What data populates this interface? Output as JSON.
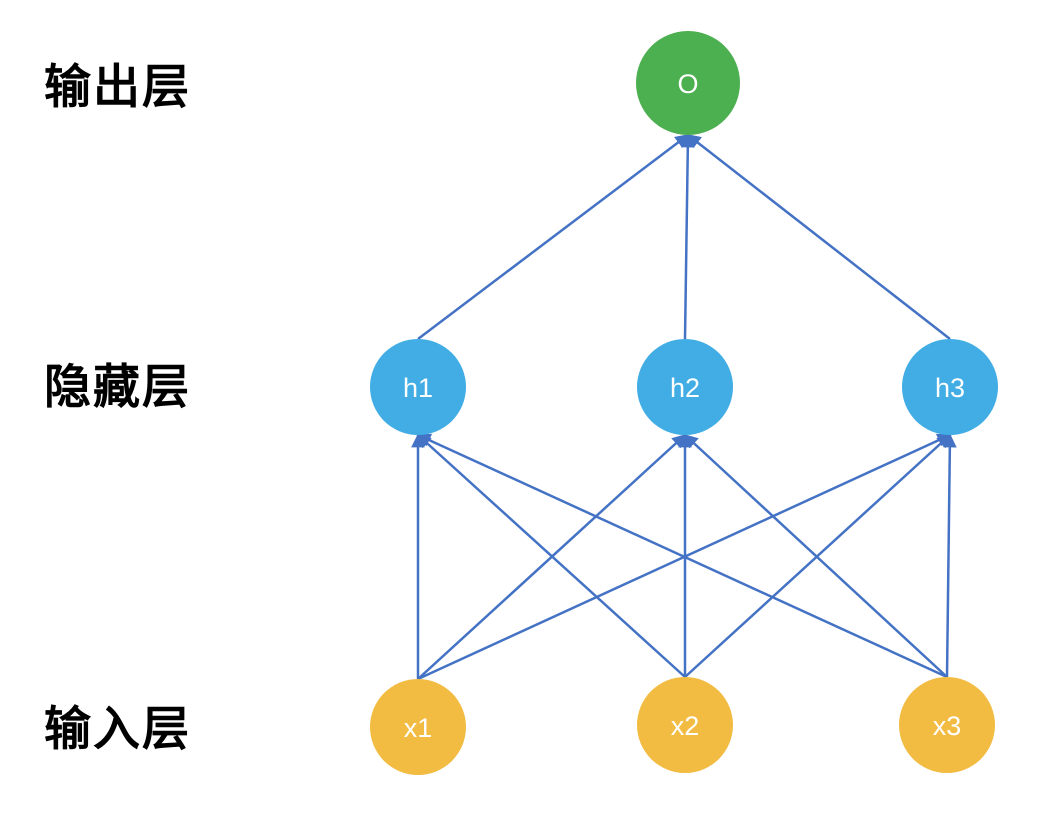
{
  "diagram": {
    "type": "neural-network",
    "layer_labels": {
      "output": "输出层",
      "hidden": "隐藏层",
      "input": "输入层"
    },
    "nodes": {
      "o": {
        "label": "O",
        "layer": "output"
      },
      "h1": {
        "label": "h1",
        "layer": "hidden"
      },
      "h2": {
        "label": "h2",
        "layer": "hidden"
      },
      "h3": {
        "label": "h3",
        "layer": "hidden"
      },
      "x1": {
        "label": "x1",
        "layer": "input"
      },
      "x2": {
        "label": "x2",
        "layer": "input"
      },
      "x3": {
        "label": "x3",
        "layer": "input"
      }
    },
    "edges": [
      {
        "from": "x1",
        "to": "h1"
      },
      {
        "from": "x1",
        "to": "h2"
      },
      {
        "from": "x1",
        "to": "h3"
      },
      {
        "from": "x2",
        "to": "h1"
      },
      {
        "from": "x2",
        "to": "h2"
      },
      {
        "from": "x2",
        "to": "h3"
      },
      {
        "from": "x3",
        "to": "h1"
      },
      {
        "from": "x3",
        "to": "h2"
      },
      {
        "from": "x3",
        "to": "h3"
      },
      {
        "from": "h1",
        "to": "o"
      },
      {
        "from": "h2",
        "to": "o"
      },
      {
        "from": "h3",
        "to": "o"
      }
    ],
    "colors": {
      "edge": "#4472C4",
      "output_node": "#4CAF50",
      "hidden_node": "#41ADE4",
      "input_node": "#F2BC42",
      "node_text": "#FFFFFF",
      "label_text": "#000000",
      "background": "#FFFFFF"
    }
  }
}
